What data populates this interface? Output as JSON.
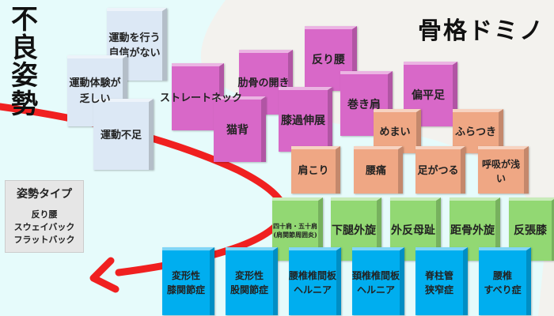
{
  "title": "骨格ドミノ",
  "side_title": "不良姿勢",
  "posture_types": {
    "heading": "姿勢タイプ",
    "items": [
      "反り腰",
      "スウェイバック",
      "フラットバック"
    ]
  },
  "causes": [
    "運動を行う\n自信がない",
    "運動体験が\n乏しい",
    "運動不足"
  ],
  "posture": [
    "ストレートネック",
    "肋骨の開き",
    "反り腰",
    "猫背",
    "膝過伸展",
    "巻き肩",
    "偏平足"
  ],
  "symptoms": [
    "めまい",
    "ふらつき",
    "肩こり",
    "腰痛",
    "足がつる",
    "呼吸が浅い"
  ],
  "conditions": [
    "四十肩・五十肩\n(肩関節周囲炎)",
    "下腿外旋",
    "外反母趾",
    "距骨外旋",
    "反張膝"
  ],
  "diseases": [
    "変形性\n膝関節症",
    "変形性\n股関節症",
    "腰椎椎間板\nヘルニア",
    "頚椎椎間板\nヘルニア",
    "脊柱管\n狭窄症",
    "腰椎\nすべり症"
  ]
}
